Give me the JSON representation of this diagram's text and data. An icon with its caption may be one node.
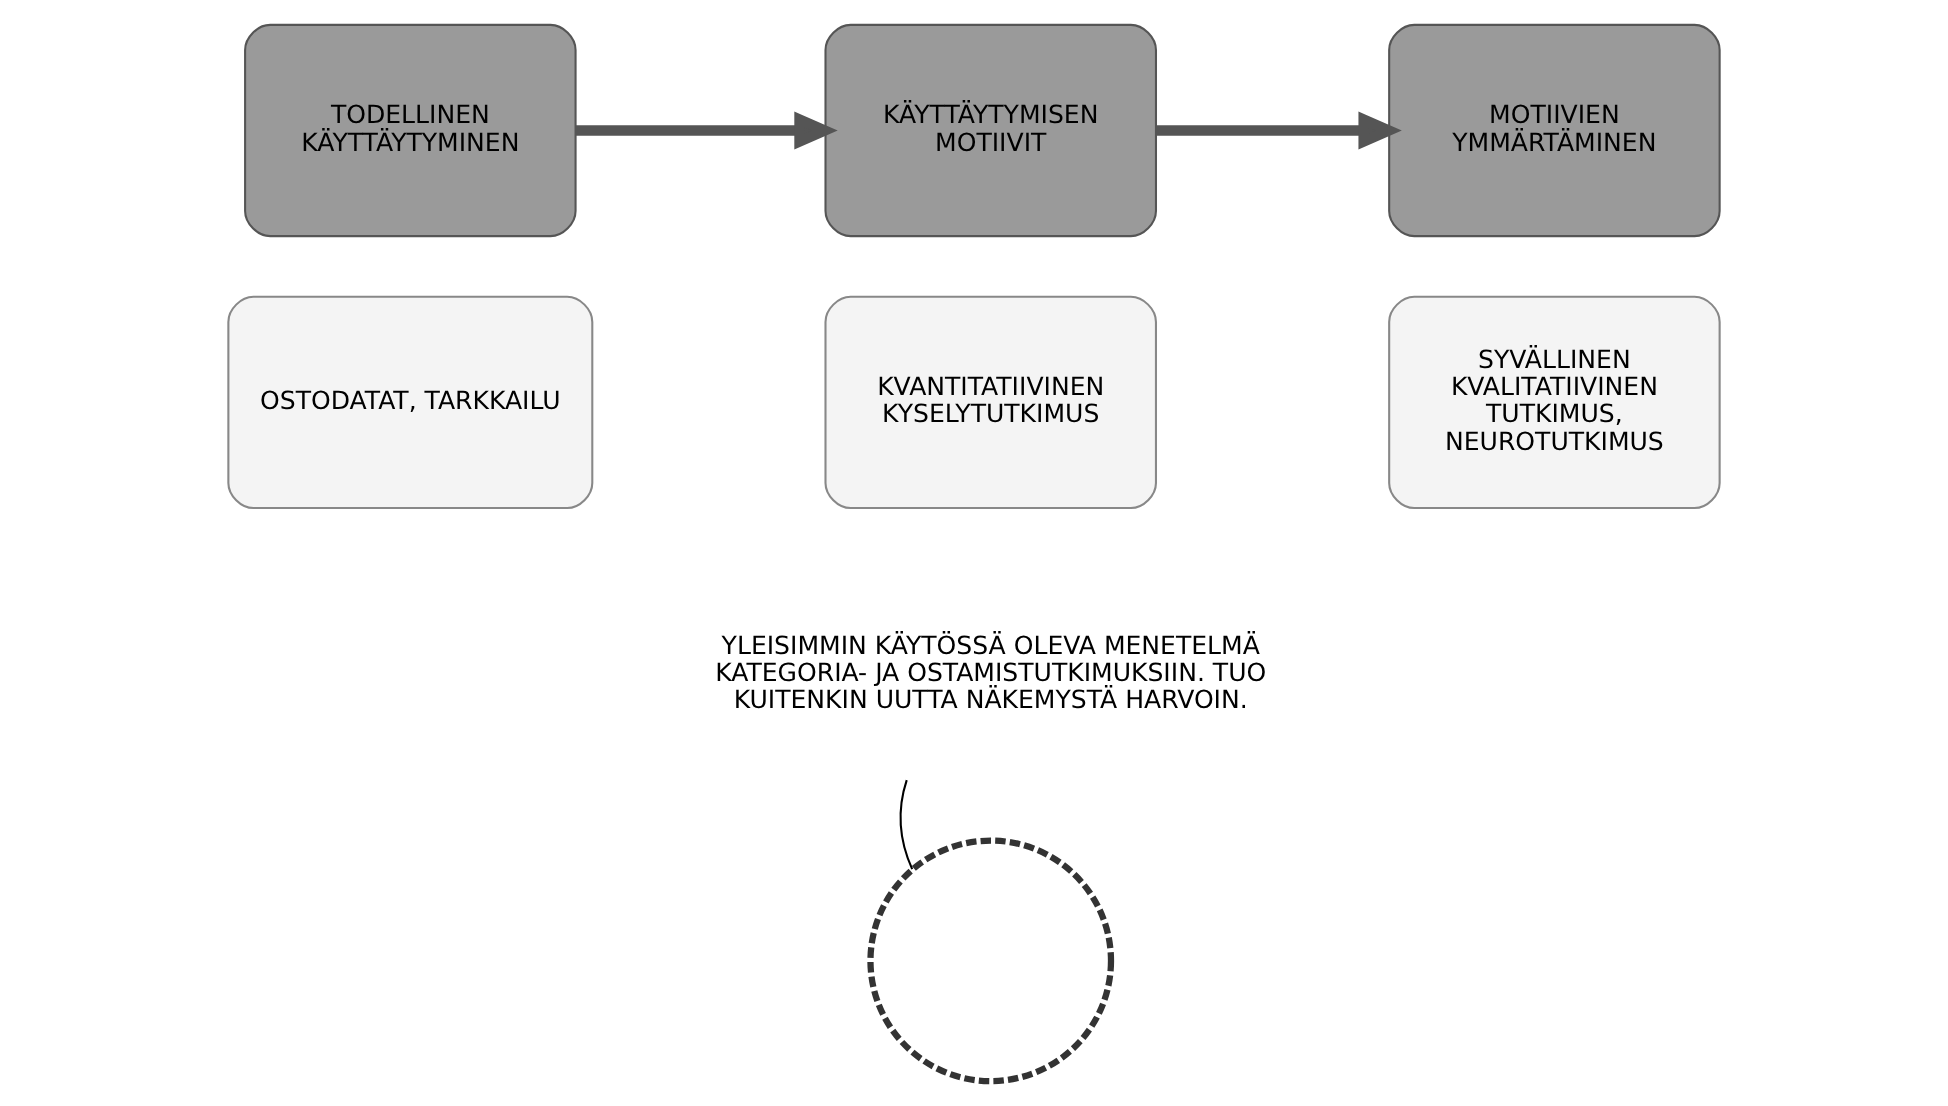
{
  "diagram": {
    "nodes": [
      {
        "text": [
          "TODELLINEN KÄYTTÄYTYMINEN"
        ]
      },
      {
        "text": [
          "OSTODATAT, TARKKAILU"
        ]
      },
      {
        "text": [
          "KÄYTTÄYTYMISEN MOTIIVIT"
        ]
      },
      {
        "text": [
          "KVANTITATIIVINEN KYSELYTUTKIMUS"
        ]
      },
      {
        "text": [
          "MOTIIVIEN YMMÄRTÄMINEN"
        ]
      },
      {
        "text": [
          "SYVÄLLINEN KVALITATIIVINEN TUTKIMUS, NEUROTUTKIMUS"
        ]
      },
      {
        "text": [],
        "shape": "circle"
      },
      {
        "text": [
          "YLEISIMMIN KÄYTÖSSÄ OLEVA MENETELMÄ KATEGORIA- JA OSTAMISTUTKIMUKSIIN. TUO KUITENKIN UUTTA NÄKEMYSTÄ HARVOIN."
        ]
      }
    ],
    "edges": [
      {
        "from": 0,
        "to": 2,
        "arrow": "to"
      },
      {
        "from": 2,
        "to": 4,
        "arrow": "to"
      },
      {
        "from": 7,
        "to": 6,
        "arrow": "none"
      }
    ]
  }
}
